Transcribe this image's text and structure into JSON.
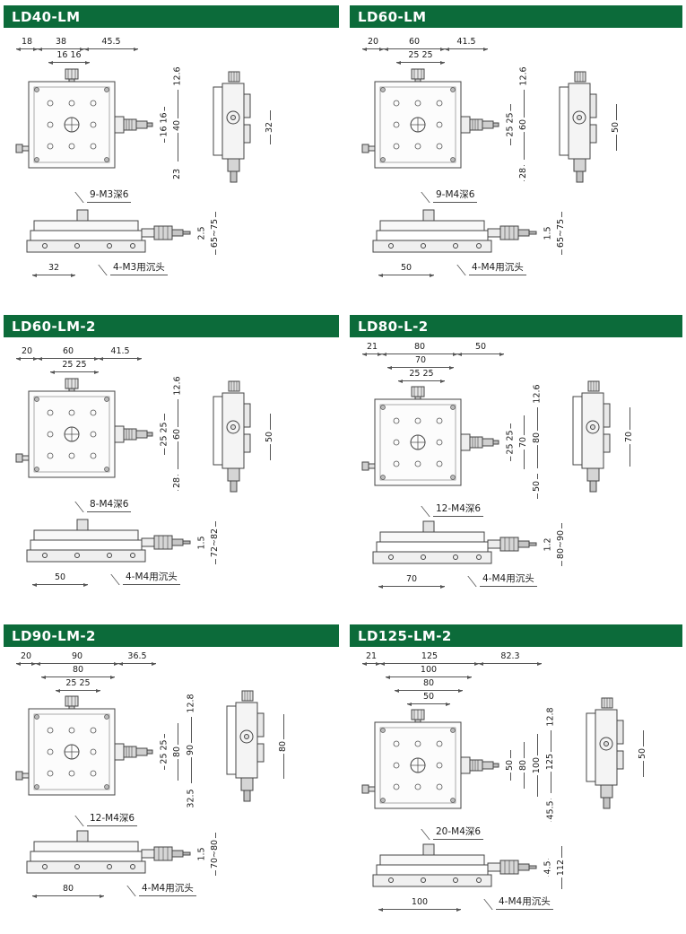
{
  "colors": {
    "header_bg": "#0c6b3a",
    "line": "#555555"
  },
  "sections": [
    {
      "title": "LD40-LM",
      "plan": {
        "top_dims": [
          "18",
          "38",
          "45.5"
        ],
        "top_inner": [
          "16 16"
        ],
        "right_top": "12.6",
        "right_main": "40",
        "right_inner": [
          "16 16"
        ],
        "right_bottom": "23",
        "side_dim": "32",
        "callout": "9-M3深6"
      },
      "front": {
        "left_dim": "2.5",
        "right_dim": "65~75",
        "width_dim": "32",
        "callout": "4-M3用沉头"
      }
    },
    {
      "title": "LD60-LM",
      "plan": {
        "top_dims": [
          "20",
          "60",
          "41.5"
        ],
        "top_inner": [
          "25 25"
        ],
        "right_top": "12.6",
        "right_main": "60",
        "right_inner": [
          "25 25"
        ],
        "right_bottom": "28",
        "side_dim": "50",
        "callout": "9-M4深6"
      },
      "front": {
        "left_dim": "1.5",
        "right_dim": "65~75",
        "width_dim": "50",
        "callout": "4-M4用沉头"
      }
    },
    {
      "title": "LD60-LM-2",
      "plan": {
        "top_dims": [
          "20",
          "60",
          "41.5"
        ],
        "top_inner": [
          "25 25"
        ],
        "right_top": "12.6",
        "right_main": "60",
        "right_inner": [
          "25 25"
        ],
        "right_bottom": "28",
        "side_dim": "50",
        "callout": "8-M4深6"
      },
      "front": {
        "left_dim": "1.5",
        "right_dim": "72~82",
        "width_dim": "50",
        "callout": "4-M4用沉头"
      }
    },
    {
      "title": "LD80-L-2",
      "plan": {
        "top_dims": [
          "21",
          "80",
          "50"
        ],
        "top_inner": [
          "70",
          "25 25"
        ],
        "right_top": "12.6",
        "right_main": "80",
        "right_inner": [
          "25 25",
          "70"
        ],
        "right_bottom": "50",
        "side_dim": "70",
        "callout": "12-M4深6"
      },
      "front": {
        "left_dim": "1.2",
        "right_dim": "80~90",
        "width_dim": "70",
        "callout": "4-M4用沉头"
      }
    },
    {
      "title": "LD90-LM-2",
      "plan": {
        "top_dims": [
          "20",
          "90",
          "36.5"
        ],
        "top_inner": [
          "80",
          "25 25"
        ],
        "right_top": "12.8",
        "right_main": "90",
        "right_inner": [
          "25 25",
          "80"
        ],
        "right_bottom": "32.5",
        "side_dim": "80",
        "callout": "12-M4深6"
      },
      "front": {
        "left_dim": "1.5",
        "right_dim": "70~80",
        "width_dim": "80",
        "callout": "4-M4用沉头"
      }
    },
    {
      "title": "LD125-LM-2",
      "plan": {
        "top_dims": [
          "21",
          "125",
          "82.3"
        ],
        "top_inner": [
          "100",
          "80",
          "50"
        ],
        "right_top": "12.8",
        "right_main": "125",
        "right_inner": [
          "50",
          "80",
          "100"
        ],
        "right_bottom": "45.5",
        "side_dim": "50",
        "callout": "20-M4深6"
      },
      "front": {
        "left_dim": "4.5",
        "right_dim": "112",
        "width_dim": "100",
        "callout": "4-M4用沉头"
      }
    }
  ]
}
